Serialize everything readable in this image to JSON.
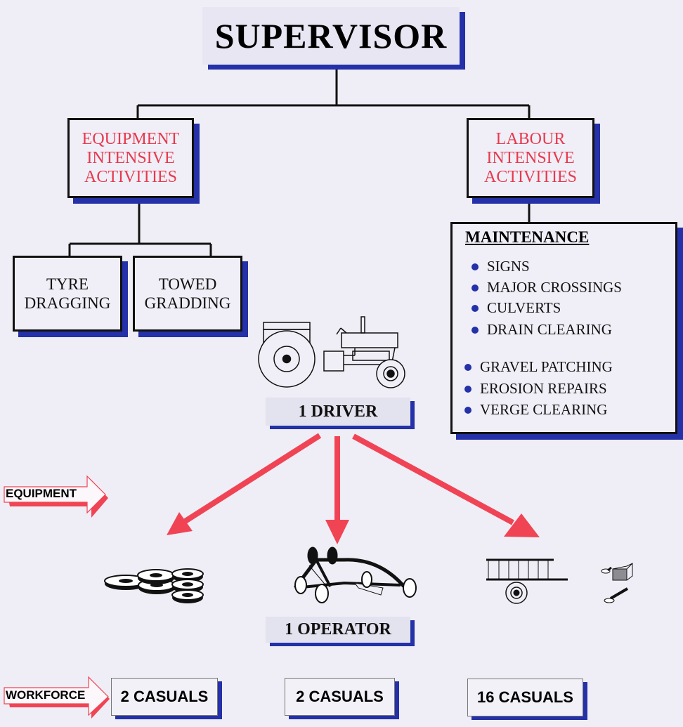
{
  "diagram": {
    "title": "SUPERVISOR",
    "branches": {
      "equipment": {
        "lines": [
          "EQUIPMENT",
          "INTENSIVE",
          "ACTIVITIES"
        ],
        "children": [
          {
            "lines": [
              "TYRE",
              "DRAGGING"
            ]
          },
          {
            "lines": [
              "TOWED",
              "GRADDING"
            ]
          }
        ]
      },
      "labour": {
        "lines": [
          "LABOUR",
          "INTENSIVE",
          "ACTIVITIES"
        ],
        "maintenance": {
          "title": "MAINTENANCE",
          "group1": [
            "SIGNS",
            "MAJOR CROSSINGS",
            "CULVERTS",
            "DRAIN CLEARING"
          ],
          "group2": [
            "GRAVEL PATCHING",
            "EROSION REPAIRS",
            "VERGE CLEARING"
          ]
        }
      }
    },
    "driver_label": "1  DRIVER",
    "operator_label": "1 OPERATOR",
    "side_labels": {
      "equipment": "EQUIPMENT",
      "workforce": "WORKFORCE"
    },
    "workforce": [
      "2 CASUALS",
      "2 CASUALS",
      "16 CASUALS"
    ],
    "icons": {
      "driver": "tractor-icon",
      "equipment": [
        "tyres-icon",
        "towed-grader-icon",
        "trailer-icon",
        "hand-tools-icon"
      ]
    },
    "colors": {
      "accent_red": "#e8394e",
      "shadow_blue": "#2431a8",
      "background": "#efeef6"
    }
  }
}
